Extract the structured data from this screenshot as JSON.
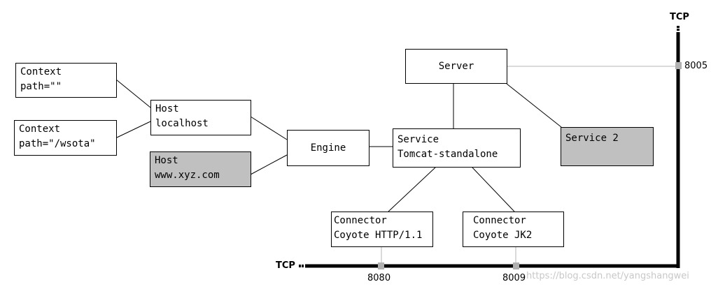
{
  "nodes": {
    "context_root": {
      "line1": "Context",
      "line2": "path=\"\""
    },
    "context_wsota": {
      "line1": "Context",
      "line2": "path=\"/wsota\""
    },
    "host_localhost": {
      "line1": "Host",
      "line2": "localhost"
    },
    "host_xyz": {
      "line1": "Host",
      "line2": "www.xyz.com"
    },
    "engine": {
      "label": "Engine"
    },
    "service": {
      "line1": "Service",
      "line2": "Tomcat-standalone"
    },
    "server": {
      "label": "Server"
    },
    "service2": {
      "label": "Service 2"
    },
    "connector_http": {
      "line1": "Connector",
      "line2": "Coyote HTTP/1.1"
    },
    "connector_jk2": {
      "line1": "Connector",
      "line2": "Coyote JK2"
    }
  },
  "labels": {
    "tcp_top": "TCP",
    "tcp_bottom": "TCP",
    "port_8005": "8005",
    "port_8080": "8080",
    "port_8009": "8009"
  },
  "watermark": "https://blog.csdn.net/yangshangwei",
  "colors": {
    "box_border": "#000000",
    "highlight_fill": "#c0c0c0",
    "port_marker": "#b0b0b0",
    "thin_line": "#b4b4b4"
  }
}
